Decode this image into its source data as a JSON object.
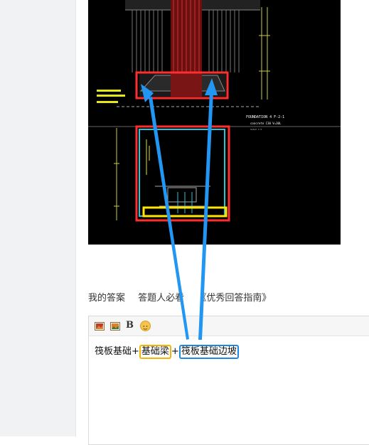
{
  "image": {
    "dark_bg": "#000000",
    "red_box": "#ff2d2d",
    "cyan": "#26c6da",
    "yellow": "#ffe500",
    "label_note_1": "FOUNDATION 4 F-2-1",
    "label_note_2": "concrete C30 V=30L",
    "label_note_3": "SCALE 1:5"
  },
  "answer_tabs": [
    "我的答案",
    "答题人必看",
    "《优秀回答指南》"
  ],
  "toolbar": {
    "image_icon": "image-icon",
    "image2_icon": "image-icon",
    "bold_label": "B",
    "emoji_icon": "emoji-icon"
  },
  "editor": {
    "text_1": "筏板基础+",
    "highlight_1": "基础梁",
    "text_2": "+",
    "highlight_2": "筏板基础边坡"
  },
  "annotation": {
    "arrow_color": "#2196f3",
    "yellow_border": "#f2b705",
    "blue_border": "#1e88e5"
  }
}
